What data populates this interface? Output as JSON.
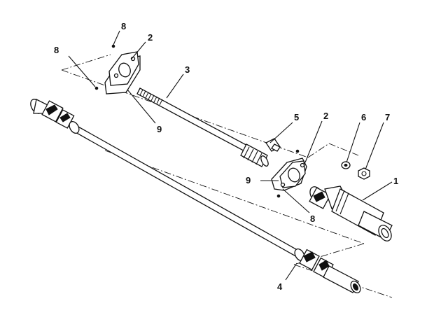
{
  "callouts": [
    {
      "id": "c1",
      "text": "1"
    },
    {
      "id": "c2a",
      "text": "2"
    },
    {
      "id": "c2b",
      "text": "2"
    },
    {
      "id": "c3",
      "text": "3"
    },
    {
      "id": "c4",
      "text": "4"
    },
    {
      "id": "c5",
      "text": "5"
    },
    {
      "id": "c6",
      "text": "6"
    },
    {
      "id": "c7",
      "text": "7"
    },
    {
      "id": "c8a",
      "text": "8"
    },
    {
      "id": "c8b",
      "text": "8"
    },
    {
      "id": "c8c",
      "text": "8"
    },
    {
      "id": "c9a",
      "text": "9"
    },
    {
      "id": "c9b",
      "text": "9"
    }
  ]
}
